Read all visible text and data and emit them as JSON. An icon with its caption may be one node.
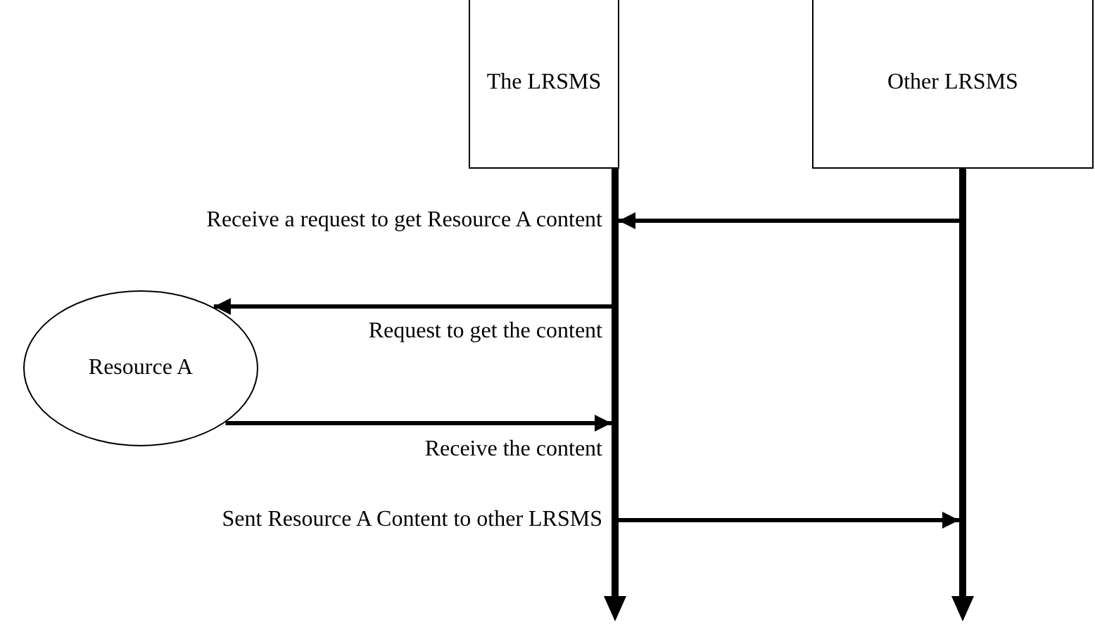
{
  "diagram": {
    "nodes": [
      {
        "text": [
          "The LRSMS"
        ]
      },
      {
        "text": [
          "Other LRSMS"
        ]
      },
      {
        "text": [
          "Resource A"
        ]
      },
      {
        "text": [],
        "shape": "bar"
      },
      {
        "text": [],
        "shape": "bar"
      }
    ],
    "edges": [
      {
        "from": 4,
        "to": 3,
        "arrow": "to",
        "label": "Receive a request to get Resource A content"
      },
      {
        "from": 3,
        "to": 2,
        "arrow": "to",
        "label": "Request to get the content"
      },
      {
        "from": 2,
        "to": 3,
        "arrow": "to",
        "label": "Receive the content"
      },
      {
        "from": 3,
        "to": 4,
        "arrow": "to",
        "label": "Sent Resource A Content to other LRSMS"
      }
    ]
  }
}
